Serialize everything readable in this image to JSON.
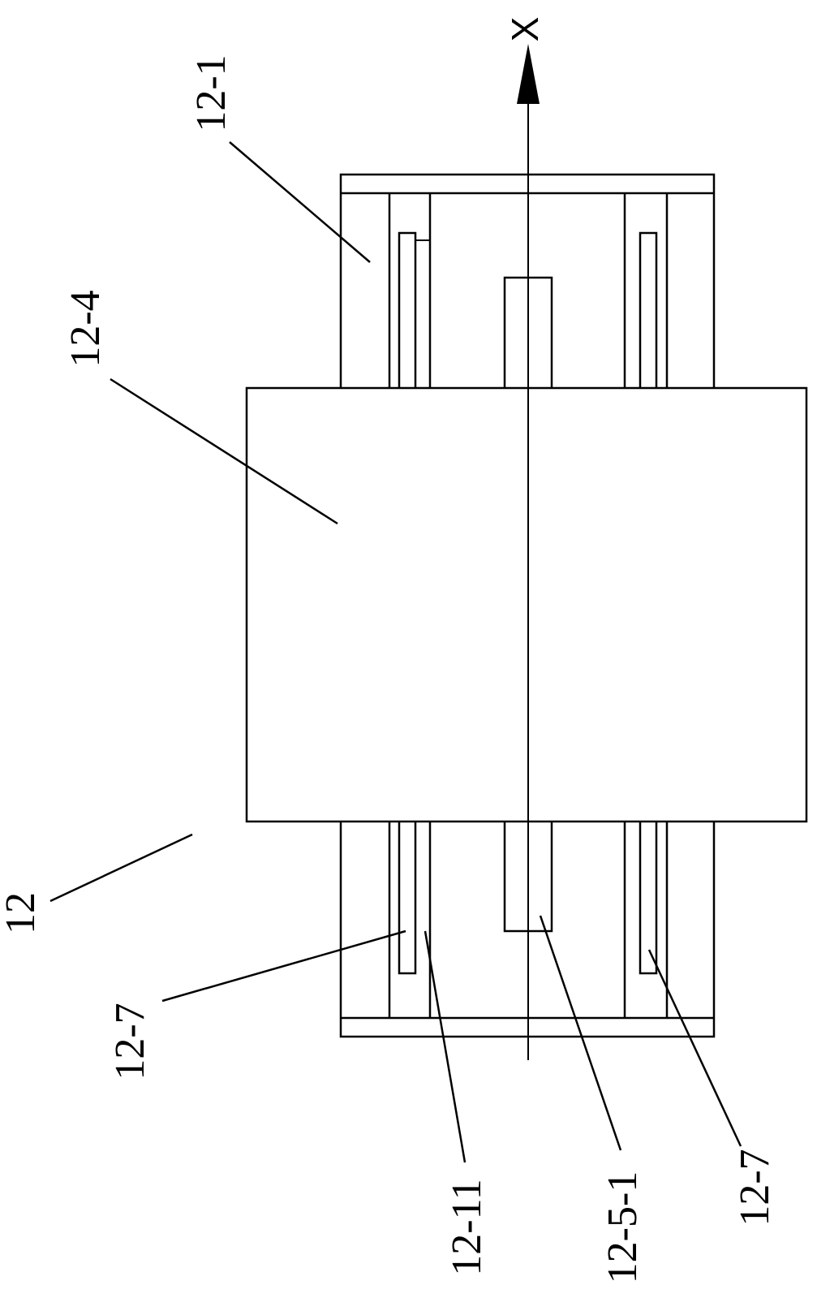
{
  "figure": {
    "axis_label": "X",
    "labels": {
      "assembly": "12",
      "frame": "12-1",
      "body": "12-4",
      "guide_slot": "12-11",
      "center_slot": "12-5-1",
      "rail_left": "12-7",
      "rail_right": "12-7"
    }
  }
}
